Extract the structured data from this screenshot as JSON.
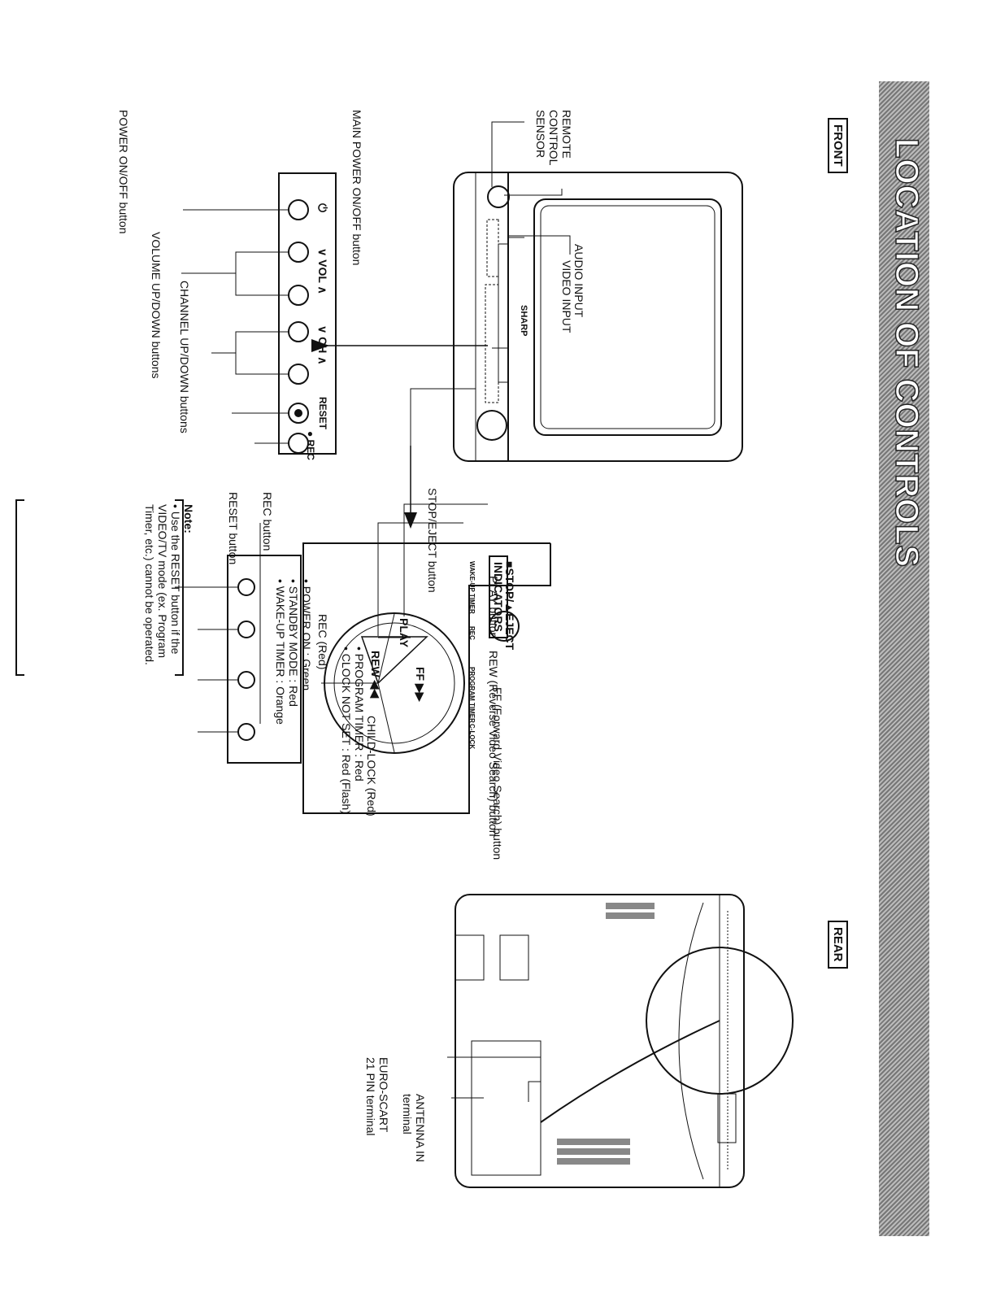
{
  "title": "LOCATION OF CONTROLS",
  "sections": {
    "front": "FRONT",
    "rear": "REAR",
    "indicators": "INDICATORS"
  },
  "front_labels": {
    "remote_sensor": [
      "REMOTE",
      "CONTROL",
      "SENSOR"
    ],
    "main_power": "MAIN POWER ON/OFF button",
    "audio_input": "AUDIO INPUT",
    "video_input": "VIDEO INPUT",
    "stop_eject": "STOP/EJECT button",
    "ff": "FF (Forward Video Search) button",
    "play": "PLAY button",
    "rew": "REW (Reverse Video Search) button",
    "power": "POWER ON/OFF button",
    "volume": "VOLUME UP/DOWN buttons",
    "channel": "CHANNEL UP/DOWN buttons",
    "reset": "RESET button",
    "rec": "REC button"
  },
  "panel": {
    "power_symbol": "⏻",
    "vol": "∨ VOL ∧",
    "ch": "∨ CH ∧",
    "reset": "RESET",
    "rec": "● REC",
    "stop_eject": "■STOP/▲EJECT",
    "play": "PLAY",
    "ff": "FF ▶▶",
    "rew": "REW ◀◀",
    "brand": "SHARP"
  },
  "indicator_panel": {
    "wake_up": "WAKE-UP TIMER",
    "rec": "REC",
    "program_timer": "PROGRAM TIMER",
    "c_lock": "C-LOCK"
  },
  "indicator_notes": {
    "power": [
      "• POWER ON          : Green",
      "• STANDBY MODE : Red",
      "• WAKE-UP TIMER : Orange"
    ],
    "rec": "REC (Red)",
    "program": [
      "• PROGRAM TIMER : Red",
      "• CLOCK NOT SET  : Red (Flash)"
    ],
    "child_lock": "CHILD-LOCK (Red)"
  },
  "note": {
    "heading": "Note:",
    "text": [
      "• Use the RESET button if the",
      "VIDEO/TV mode (ex. Program",
      "Timer, etc.) cannot be operated."
    ]
  },
  "rear_labels": {
    "antenna": [
      "ANTENNA IN",
      "terminal"
    ],
    "euro_scart": [
      "EURO-SCART",
      "21 PIN terminal"
    ]
  }
}
